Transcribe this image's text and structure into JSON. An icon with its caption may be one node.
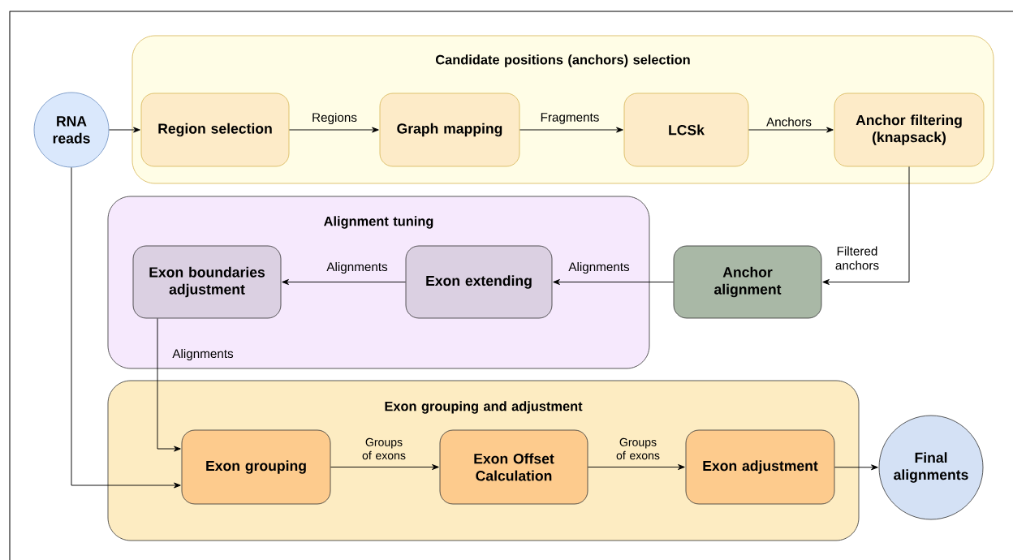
{
  "diagram": {
    "nodes": [
      {
        "text": [
          "RNA reads"
        ]
      },
      {
        "text": [
          "Candidate positions (anchors) selection"
        ]
      },
      {
        "text": [
          "Region selection"
        ],
        "in": 1
      },
      {
        "text": [
          "Graph mapping"
        ],
        "in": 1
      },
      {
        "text": [
          "LCSk"
        ],
        "in": 1
      },
      {
        "text": [
          "Anchor filtering (knapsack)"
        ],
        "in": 1
      },
      {
        "text": [
          "Alignment tuning"
        ]
      },
      {
        "text": [
          "Exon boundaries adjustment"
        ],
        "in": 6
      },
      {
        "text": [
          "Exon extending"
        ],
        "in": 6
      },
      {
        "text": [
          "Anchor alignment"
        ]
      },
      {
        "text": [
          "Exon grouping and adjustment"
        ]
      },
      {
        "text": [
          "Exon grouping"
        ],
        "in": 10
      },
      {
        "text": [
          "Exon Offset Calculation"
        ],
        "in": 10
      },
      {
        "text": [
          "Exon adjustment"
        ],
        "in": 10
      },
      {
        "text": [
          "Final alignments"
        ]
      }
    ],
    "edges": [
      {
        "from": 0,
        "to": 2,
        "arrow": "to"
      },
      {
        "from": 2,
        "to": 3,
        "arrow": "to",
        "label": "Regions"
      },
      {
        "from": 3,
        "to": 4,
        "arrow": "to",
        "label": "Fragments"
      },
      {
        "from": 4,
        "to": 5,
        "arrow": "to",
        "label": "Anchors"
      },
      {
        "from": 5,
        "to": 9,
        "arrow": "to",
        "label": "Filtered anchors"
      },
      {
        "from": 9,
        "to": 8,
        "arrow": "to",
        "label": "Alignments"
      },
      {
        "from": 8,
        "to": 7,
        "arrow": "to",
        "label": "Alignments"
      },
      {
        "from": 7,
        "to": 11,
        "arrow": "to",
        "label": "Alignments"
      },
      {
        "from": 0,
        "to": 11,
        "arrow": "to"
      },
      {
        "from": 11,
        "to": 12,
        "arrow": "to",
        "label": "Groups of exons"
      },
      {
        "from": 12,
        "to": 13,
        "arrow": "to",
        "label": "Groups of exons"
      },
      {
        "from": 13,
        "to": 14,
        "arrow": "to"
      }
    ]
  }
}
